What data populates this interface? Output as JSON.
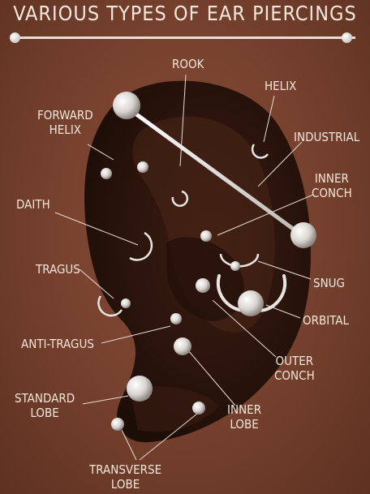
{
  "title": "VARIOUS TYPES OF EAR PIERCINGS",
  "labels": {
    "rook": "ROOK",
    "helix": "HELIX",
    "forward_helix": [
      "FORWARD",
      "HELIX"
    ],
    "industrial": "INDUSTRIAL",
    "inner_conch": [
      "INNER",
      "CONCH"
    ],
    "daith": "DAITH",
    "tragus": "TRAGUS",
    "snug": "SNUG",
    "orbital": "ORBITAL",
    "anti_tragus": "ANTI-TRAGUS",
    "outer_conch": [
      "OUTER",
      "CONCH"
    ],
    "standard_lobe": [
      "STANDARD",
      "LOBE"
    ],
    "inner_lobe": [
      "INNER",
      "LOBE"
    ],
    "transverse_lobe": [
      "TRANSVERSE",
      "LOBE"
    ]
  },
  "colors": {
    "background": "#7a4330",
    "ear_dark": "#2a140c",
    "ear_mid": "#4a2618",
    "text": "#f4e6da",
    "jewelry": "#e8e4e0"
  }
}
